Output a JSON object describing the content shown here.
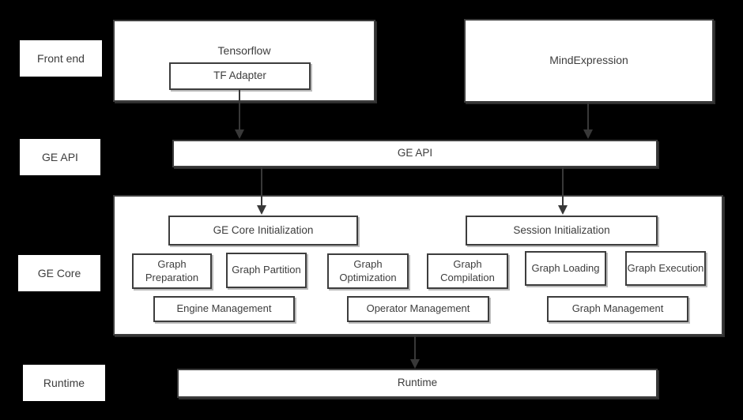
{
  "diagram": {
    "colors": {
      "background": "#000000",
      "box_fill": "#ffffff",
      "box_border": "#3d3d3d",
      "text": "#3d3d3d",
      "arrow": "#383838"
    },
    "row_labels": {
      "front_end": "Front end",
      "ge_api": "GE API",
      "ge_core": "GE Core",
      "runtime": "Runtime"
    },
    "front_end": {
      "tensorflow": "Tensorflow",
      "tf_adapter": "TF Adapter",
      "mind_expression": "MindExpression"
    },
    "ge_api_bar": "GE API",
    "ge_core": {
      "init_boxes": [
        "GE Core Initialization",
        "Session Initialization"
      ],
      "stage_boxes": [
        "Graph Preparation",
        "Graph Partition",
        "Graph Optimization",
        "Graph Compilation",
        "Graph Loading",
        "Graph Execution"
      ],
      "management_boxes": [
        "Engine Management",
        "Operator Management",
        "Graph Management"
      ]
    },
    "runtime_bar": "Runtime"
  }
}
